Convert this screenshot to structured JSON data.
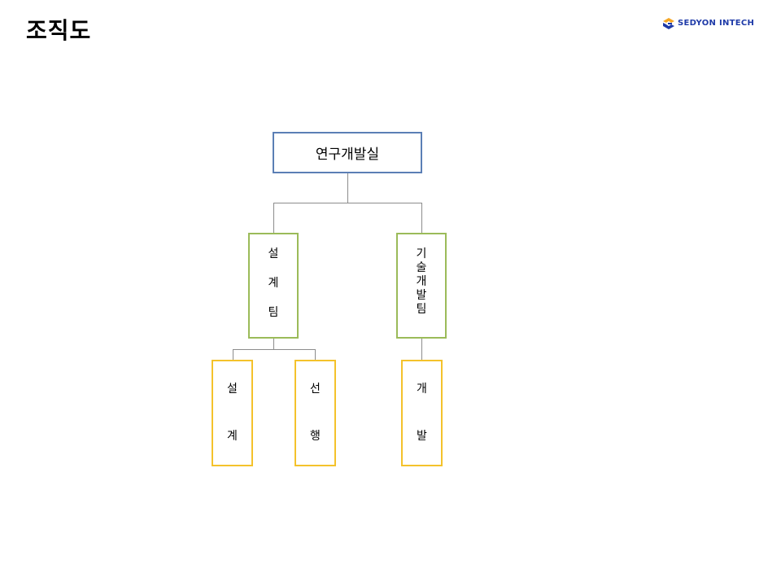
{
  "header": {
    "title": "조직도",
    "logo_text": "SEDYON INTECH",
    "logo_icon": "sedyon-logo-mark"
  },
  "org_chart": {
    "root": {
      "label": "연구개발실",
      "border_color": "#5b7fb5"
    },
    "teams": [
      {
        "label": "설계팀",
        "chars": [
          "설",
          "계",
          "팀"
        ],
        "border_color": "#9bbb59",
        "sub_units": [
          {
            "label": "설계",
            "chars": [
              "설",
              "계"
            ],
            "border_color": "#f4c22b"
          },
          {
            "label": "선행",
            "chars": [
              "선",
              "행"
            ],
            "border_color": "#f4c22b"
          }
        ]
      },
      {
        "label": "기술개발팀",
        "chars": [
          "기",
          "술",
          "개",
          "발",
          "팀"
        ],
        "border_color": "#9bbb59",
        "sub_units": [
          {
            "label": "개발",
            "chars": [
              "개",
              "발"
            ],
            "border_color": "#f4c22b"
          }
        ]
      }
    ],
    "connector_color": "#8c8c8c"
  }
}
